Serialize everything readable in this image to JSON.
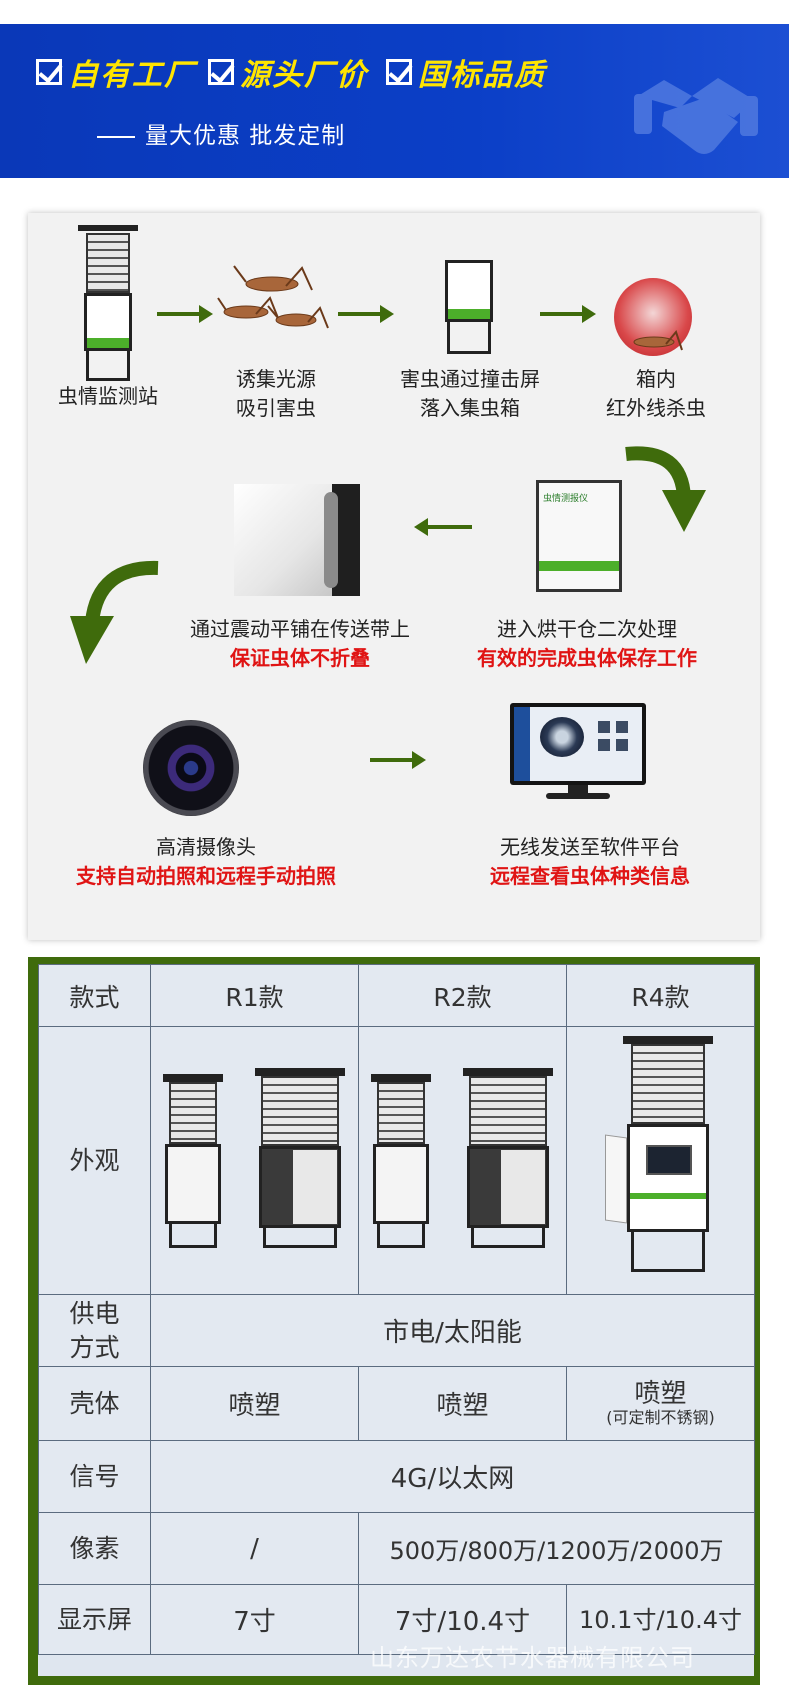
{
  "banner": {
    "tags": [
      "自有工厂",
      "源头厂价",
      "国标品质"
    ],
    "subtitle": "量大优惠  批发定制",
    "icon": "handshake-icon",
    "accent": "#ffe500",
    "background": "#0b3fc7"
  },
  "process": {
    "steps": [
      {
        "label": "虫情监测站"
      },
      {
        "label": "诱集光源",
        "label2": "吸引害虫"
      },
      {
        "label": "害虫通过撞击屏",
        "label2": "落入集虫箱"
      },
      {
        "label": "箱内",
        "label2": "红外线杀虫"
      },
      {
        "label": "进入烘干仓二次处理",
        "highlight": "有效的完成虫体保存工作"
      },
      {
        "label": "通过震动平铺在传送带上",
        "highlight": "保证虫体不折叠"
      },
      {
        "label": "高清摄像头",
        "highlight": "支持自动拍照和远程手动拍照"
      },
      {
        "label": "无线发送至软件平台",
        "highlight": "远程查看虫体种类信息"
      }
    ],
    "screen_title": "虫情测报仪",
    "arrow_color": "#3f6b0c",
    "highlight_color": "#e01414"
  },
  "table": {
    "header": [
      "款式",
      "R1款",
      "R2款",
      "R4款"
    ],
    "rows": {
      "appearance": {
        "label": "外观"
      },
      "power": {
        "label": "供电方式",
        "value": "市电/太阳能"
      },
      "shell": {
        "label": "壳体",
        "r1": "喷塑",
        "r2": "喷塑",
        "r4": "喷塑",
        "r4_note": "(可定制不锈钢)"
      },
      "signal": {
        "label": "信号",
        "value": "4G/以太网"
      },
      "pixel": {
        "label": "像素",
        "r1": "/",
        "r2r4": "500万/800万/1200万/2000万"
      },
      "display": {
        "label": "显示屏",
        "r1": "7寸",
        "r2": "7寸/10.4寸",
        "r4": "10.1寸/10.4寸"
      }
    },
    "frame_color": "#3f6b0c"
  },
  "watermark": "山东万达农节水器械有限公司"
}
